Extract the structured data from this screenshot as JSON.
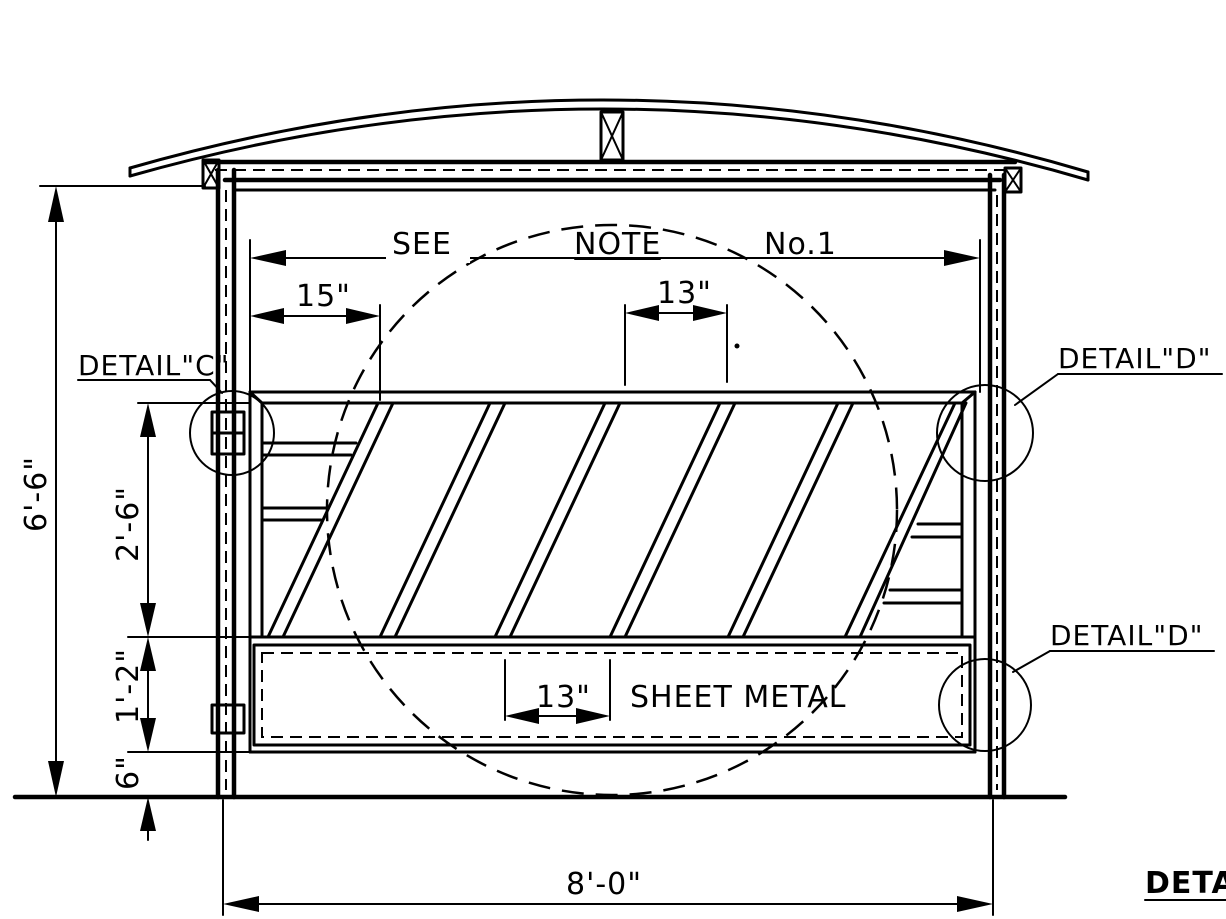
{
  "labels": {
    "see_note": [
      "SEE",
      "NOTE",
      "No.1"
    ],
    "dim_15": "15\"",
    "dim_13_top": "13\"",
    "dim_13_bottom": "13\"",
    "sheet_metal": "SHEET METAL",
    "detail_c": "DETAIL\"C\"",
    "detail_d_top": "DETAIL\"D\"",
    "detail_d_bottom": "DETAIL\"D\"",
    "dim_6_6": "6'-6\"",
    "dim_2_6": "2'-6\"",
    "dim_1_2": "1'-2\"",
    "dim_6": "6\"",
    "dim_8_0": "8'-0\"",
    "detail_cut": "DETA"
  }
}
